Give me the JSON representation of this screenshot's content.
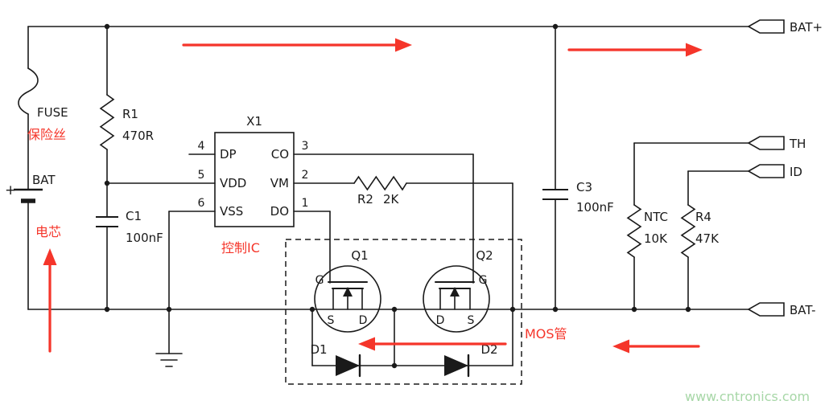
{
  "colors": {
    "wire": "#1a1a1a",
    "annotation": "#f5352a",
    "watermark": "#a7d7a7"
  },
  "watermark": "www.cntronics.com",
  "annotations": {
    "fuse": "保险丝",
    "cell": "电芯",
    "control_ic": "控制IC",
    "mosfet": "MOS管"
  },
  "terminals": {
    "bat_plus": "BAT+",
    "th": "TH",
    "id": "ID",
    "bat_minus": "BAT-"
  },
  "components": {
    "fuse": {
      "label": "FUSE"
    },
    "battery": {
      "label": "BAT",
      "polarity": "+"
    },
    "r1": {
      "ref": "R1",
      "value": "470R"
    },
    "c1": {
      "ref": "C1",
      "value": "100nF"
    },
    "ic": {
      "ref": "X1",
      "pins_left": [
        {
          "num": "4",
          "name": "DP"
        },
        {
          "num": "5",
          "name": "VDD"
        },
        {
          "num": "6",
          "name": "VSS"
        }
      ],
      "pins_right": [
        {
          "num": "3",
          "name": "CO"
        },
        {
          "num": "2",
          "name": "VM"
        },
        {
          "num": "1",
          "name": "DO"
        }
      ]
    },
    "r2": {
      "ref": "R2",
      "value": "2K"
    },
    "q1": {
      "ref": "Q1",
      "gate": "G",
      "source": "S",
      "drain": "D"
    },
    "q2": {
      "ref": "Q2",
      "gate": "G",
      "source": "S",
      "drain": "D"
    },
    "d1": {
      "ref": "D1"
    },
    "d2": {
      "ref": "D2"
    },
    "c3": {
      "ref": "C3",
      "value": "100nF"
    },
    "ntc": {
      "ref": "NTC",
      "value": "10K"
    },
    "r4": {
      "ref": "R4",
      "value": "47K"
    }
  }
}
